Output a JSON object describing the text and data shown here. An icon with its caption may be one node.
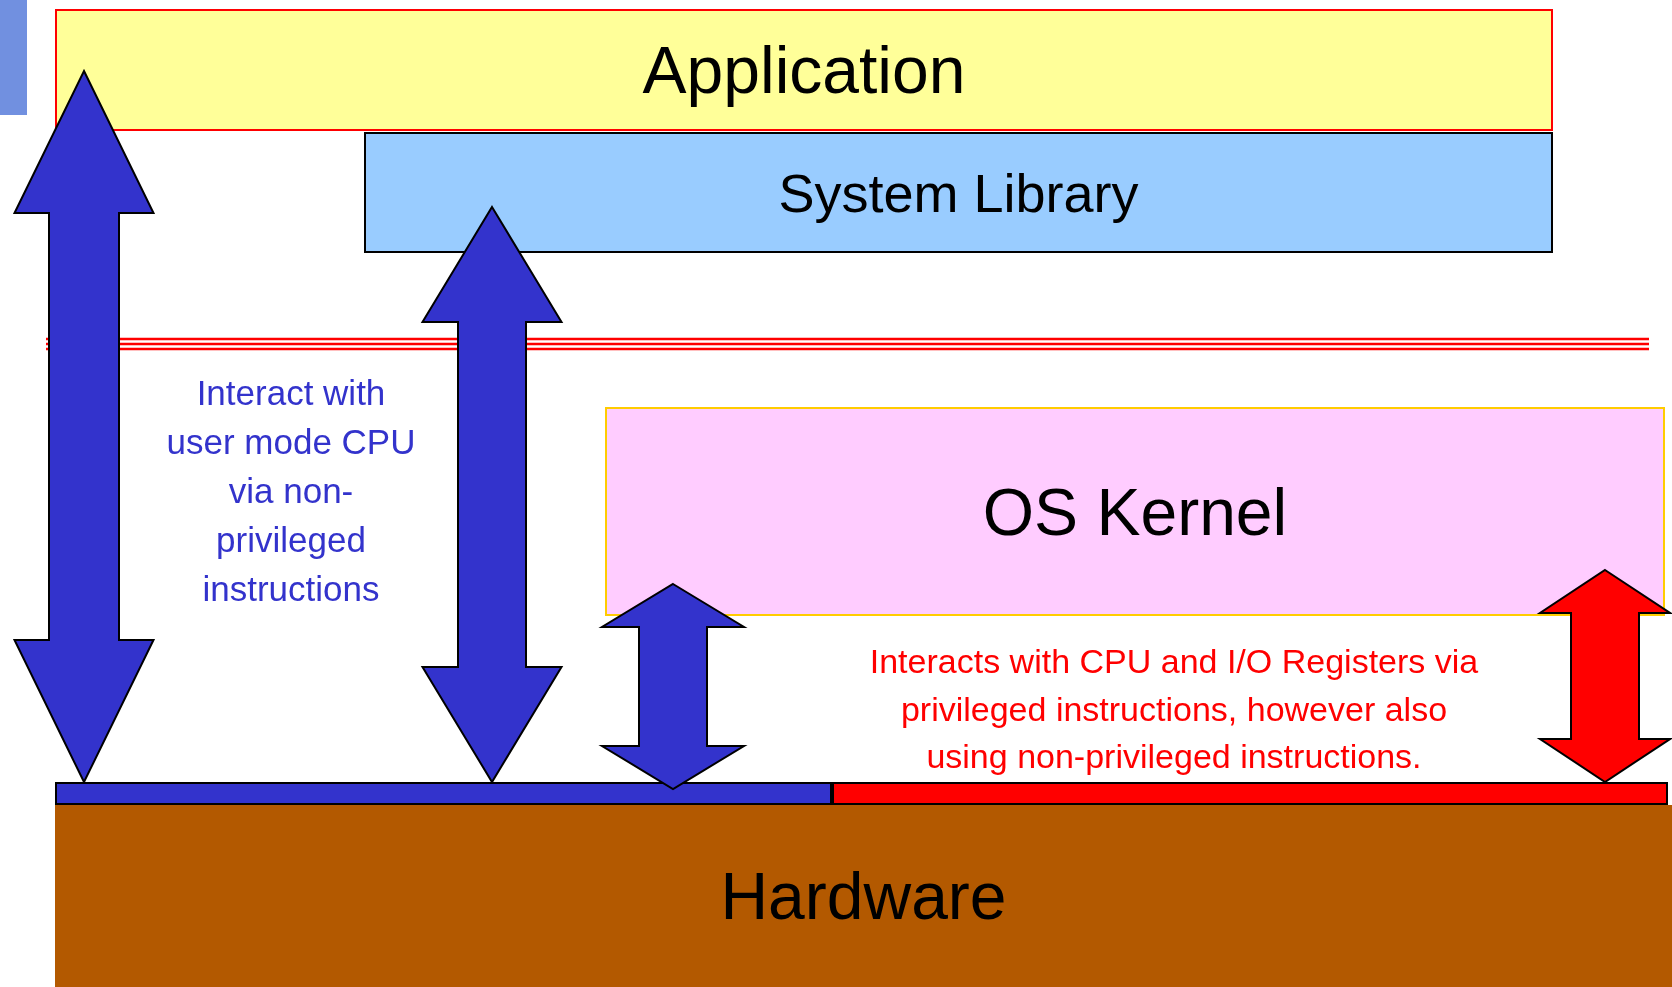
{
  "diagram": {
    "nodes": [
      {
        "text": [
          "Application"
        ]
      },
      {
        "text": [
          "System Library"
        ]
      },
      {
        "text": [
          "OS Kernel"
        ]
      },
      {
        "text": [],
        "shape": "bar"
      },
      {
        "text": [],
        "shape": "bar"
      },
      {
        "text": [
          "Hardware"
        ]
      }
    ],
    "edges": [
      {
        "from": 0,
        "to": 3,
        "arrow": "both"
      },
      {
        "from": 1,
        "to": 3,
        "arrow": "both"
      },
      {
        "from": 2,
        "to": 3,
        "arrow": "both"
      },
      {
        "from": 2,
        "to": 4,
        "arrow": "both",
        "color": "#ff0000"
      }
    ],
    "labels": [
      "Interact with user mode CPU via non-privileged instructions",
      "Interacts with CPU and I/O Registers via privileged instructions, however also using non-privileged instructions."
    ]
  }
}
